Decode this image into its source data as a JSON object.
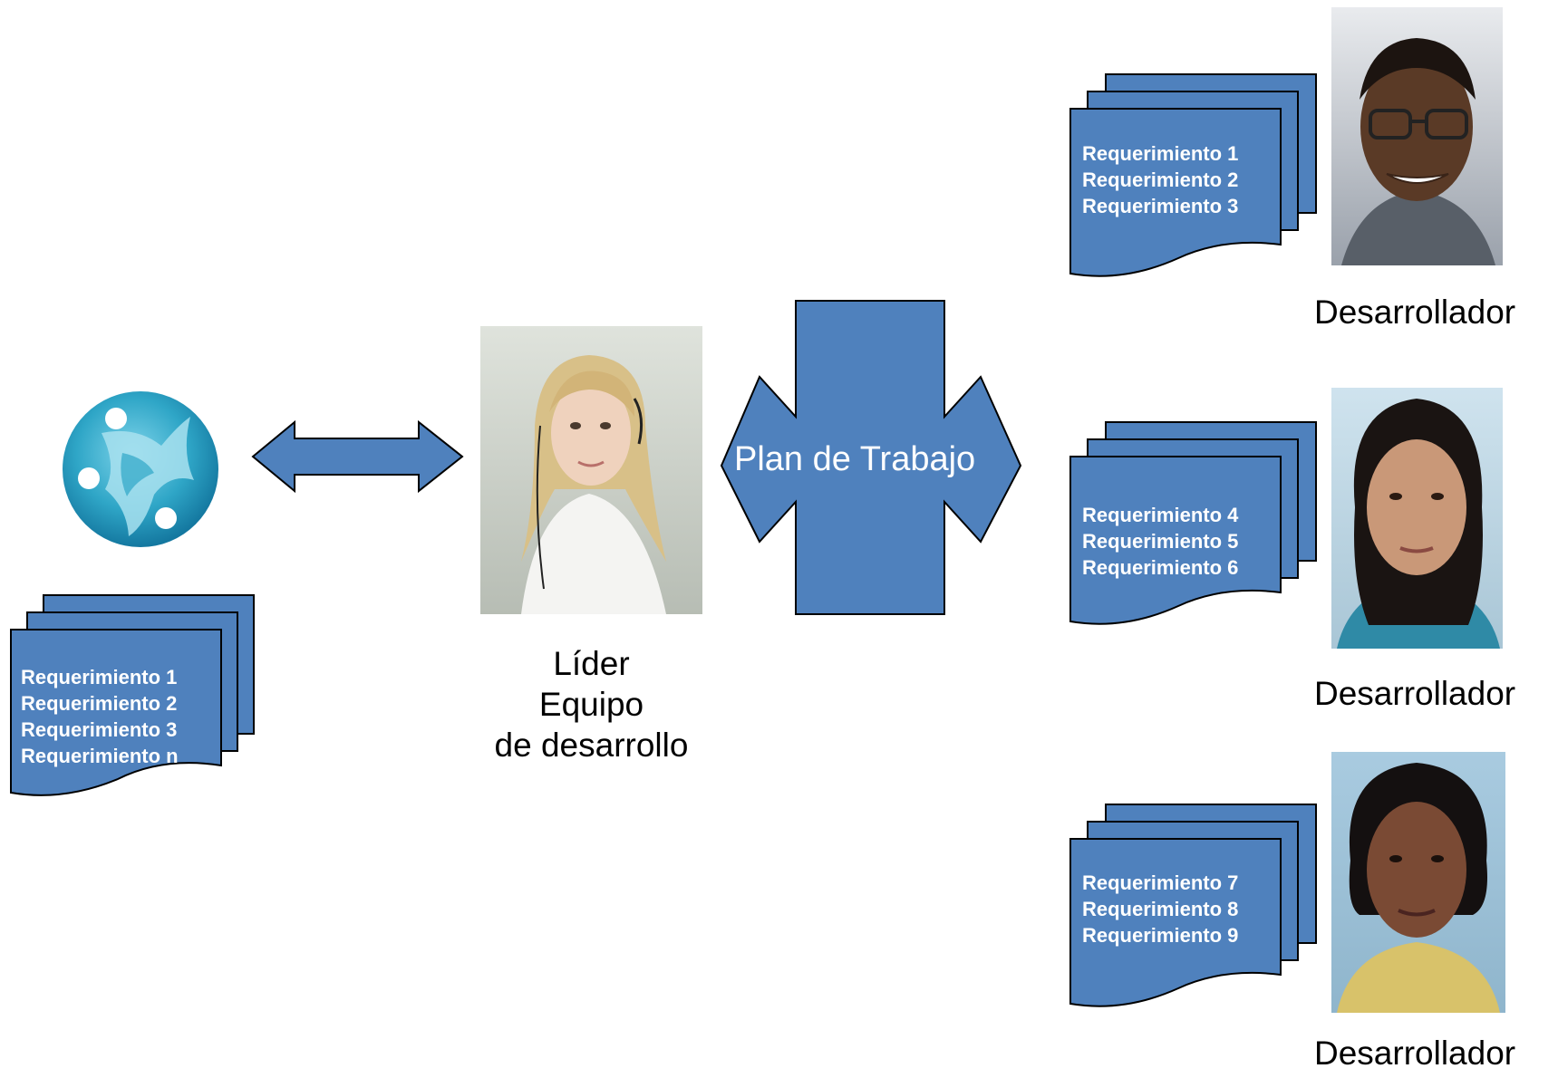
{
  "colors": {
    "shape_fill": "#4f81bd",
    "shape_stroke": "#000000",
    "text_on_shape": "#ffffff",
    "caption": "#000000"
  },
  "system": {
    "icon": "system-sphere-icon",
    "requirements": [
      "Requerimiento 1",
      "Requerimiento 2",
      "Requerimiento 3",
      "Requerimiento n"
    ]
  },
  "leader": {
    "caption_line1": "Líder",
    "caption_line2": "Equipo",
    "caption_line3": "de desarrollo"
  },
  "plan": {
    "label": "Plan de Trabajo"
  },
  "developers": [
    {
      "caption": "Desarrollador",
      "requirements": [
        "Requerimiento 1",
        "Requerimiento 2",
        "Requerimiento 3"
      ]
    },
    {
      "caption": "Desarrollador",
      "requirements": [
        "Requerimiento 4",
        "Requerimiento 5",
        "Requerimiento 6"
      ]
    },
    {
      "caption": "Desarrollador",
      "requirements": [
        "Requerimiento 7",
        "Requerimiento 8",
        "Requerimiento 9"
      ]
    }
  ]
}
